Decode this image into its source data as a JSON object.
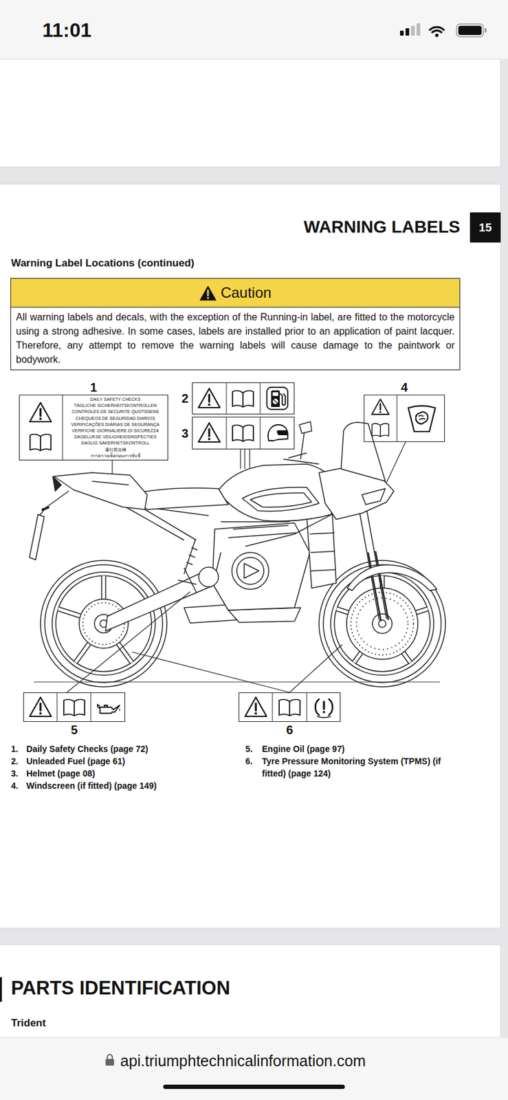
{
  "diagram": {
    "title": "WARNING LABELS",
    "nodes": [
      {
        "text": [
          "Caution",
          "All warning labels and decals, with the exception of the Running-in label, are fitted to the motorcycle using a strong adhesive. In some cases, labels are installed prior to an application of paint lacquer. Therefore, any attempt to remove the warning labels will cause damage to the paintwork or bodywork."
        ]
      },
      {
        "text": [
          "1",
          "DAILY SAFETY CHECKS",
          "TÄGLICHE SICHERHEITSKONTROLLEN",
          "CONTROLES DE SECURITE QUOTIDIENS",
          "CHEQUEOS DE SEGURIDAD DIARIOS",
          "VERIFICAÇÕES DIÁRIAS DE SEGURANÇA",
          "VERIFICHE GIORNALIERE DI SICUREZZA",
          "DAGELIJKSE VEILIGHEIDSINSPECTIES",
          "DAGLIG SÄKERHETSKONTROLL",
          "運行前点検",
          "การตรวจเช็คก่อนการขับขี่"
        ]
      },
      {
        "text": [
          "2"
        ]
      },
      {
        "text": [
          "3"
        ]
      },
      {
        "text": [
          "4"
        ]
      },
      {
        "text": [
          "5"
        ]
      },
      {
        "text": [
          "6"
        ]
      }
    ],
    "labels": [
      "11:01",
      "15",
      "Warning Label Locations (continued)",
      "1.",
      "Daily Safety Checks (page 72)",
      "2.",
      "Unleaded Fuel (page 61)",
      "3.",
      "Helmet (page 08)",
      "4.",
      "Windscreen (if fitted) (page 149)",
      "5.",
      "Engine Oil (page 97)",
      "6.",
      "Tyre Pressure Monitoring System (TPMS) (if fitted) (page 124)",
      "PARTS IDENTIFICATION",
      "Trident",
      "api.triumphtechnicalinformation.com"
    ]
  }
}
